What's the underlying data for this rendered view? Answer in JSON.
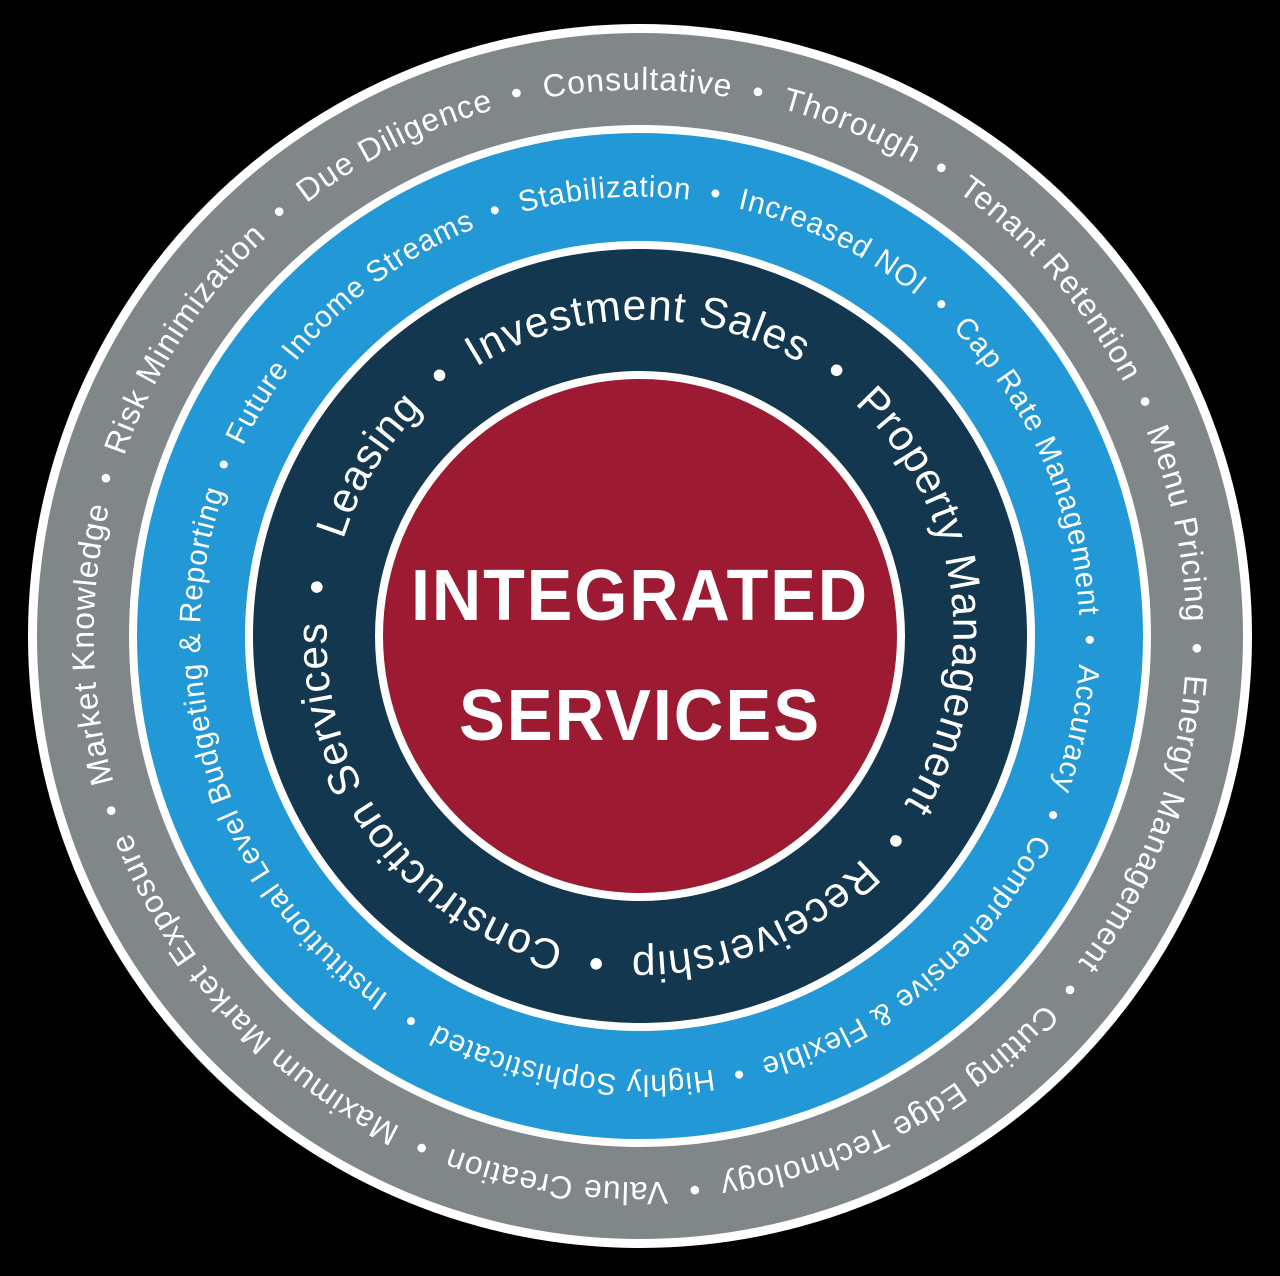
{
  "title": {
    "line1": "INTEGRATED",
    "line2": "SERVICES"
  },
  "separator": "  •  ",
  "colors": {
    "background": "#000000",
    "ring_gap_white": "#FFFFFF",
    "text": "#FFFFFF"
  },
  "rings": {
    "outer": {
      "name": "client-benefits-outer-ring",
      "color": "#818689",
      "items": [
        "Maximum Market Exposure",
        "Market Knowledge",
        "Risk Minimization",
        "Due Diligence",
        "Consultative",
        "Thorough",
        "Tenant Retention",
        "Menu Pricing",
        "Energy Management",
        "Cutting Edge Technology",
        "Value Creation"
      ]
    },
    "middle": {
      "name": "service-qualities-middle-ring",
      "color": "#2298D7",
      "items": [
        "Institutional Level Budgeting & Reporting",
        "Future Income Streams",
        "Stabilization",
        "Increased NOI",
        "Cap Rate Management",
        "Accuracy",
        "Comprehensive & Flexible",
        "Highly Sophisticated"
      ]
    },
    "inner": {
      "name": "service-lines-inner-ring",
      "color": "#12374E",
      "items": [
        "Leasing",
        "Investment Sales",
        "Property Management",
        "Receivership",
        "Construction Services"
      ]
    }
  },
  "center": {
    "color": "#9C1B33"
  }
}
